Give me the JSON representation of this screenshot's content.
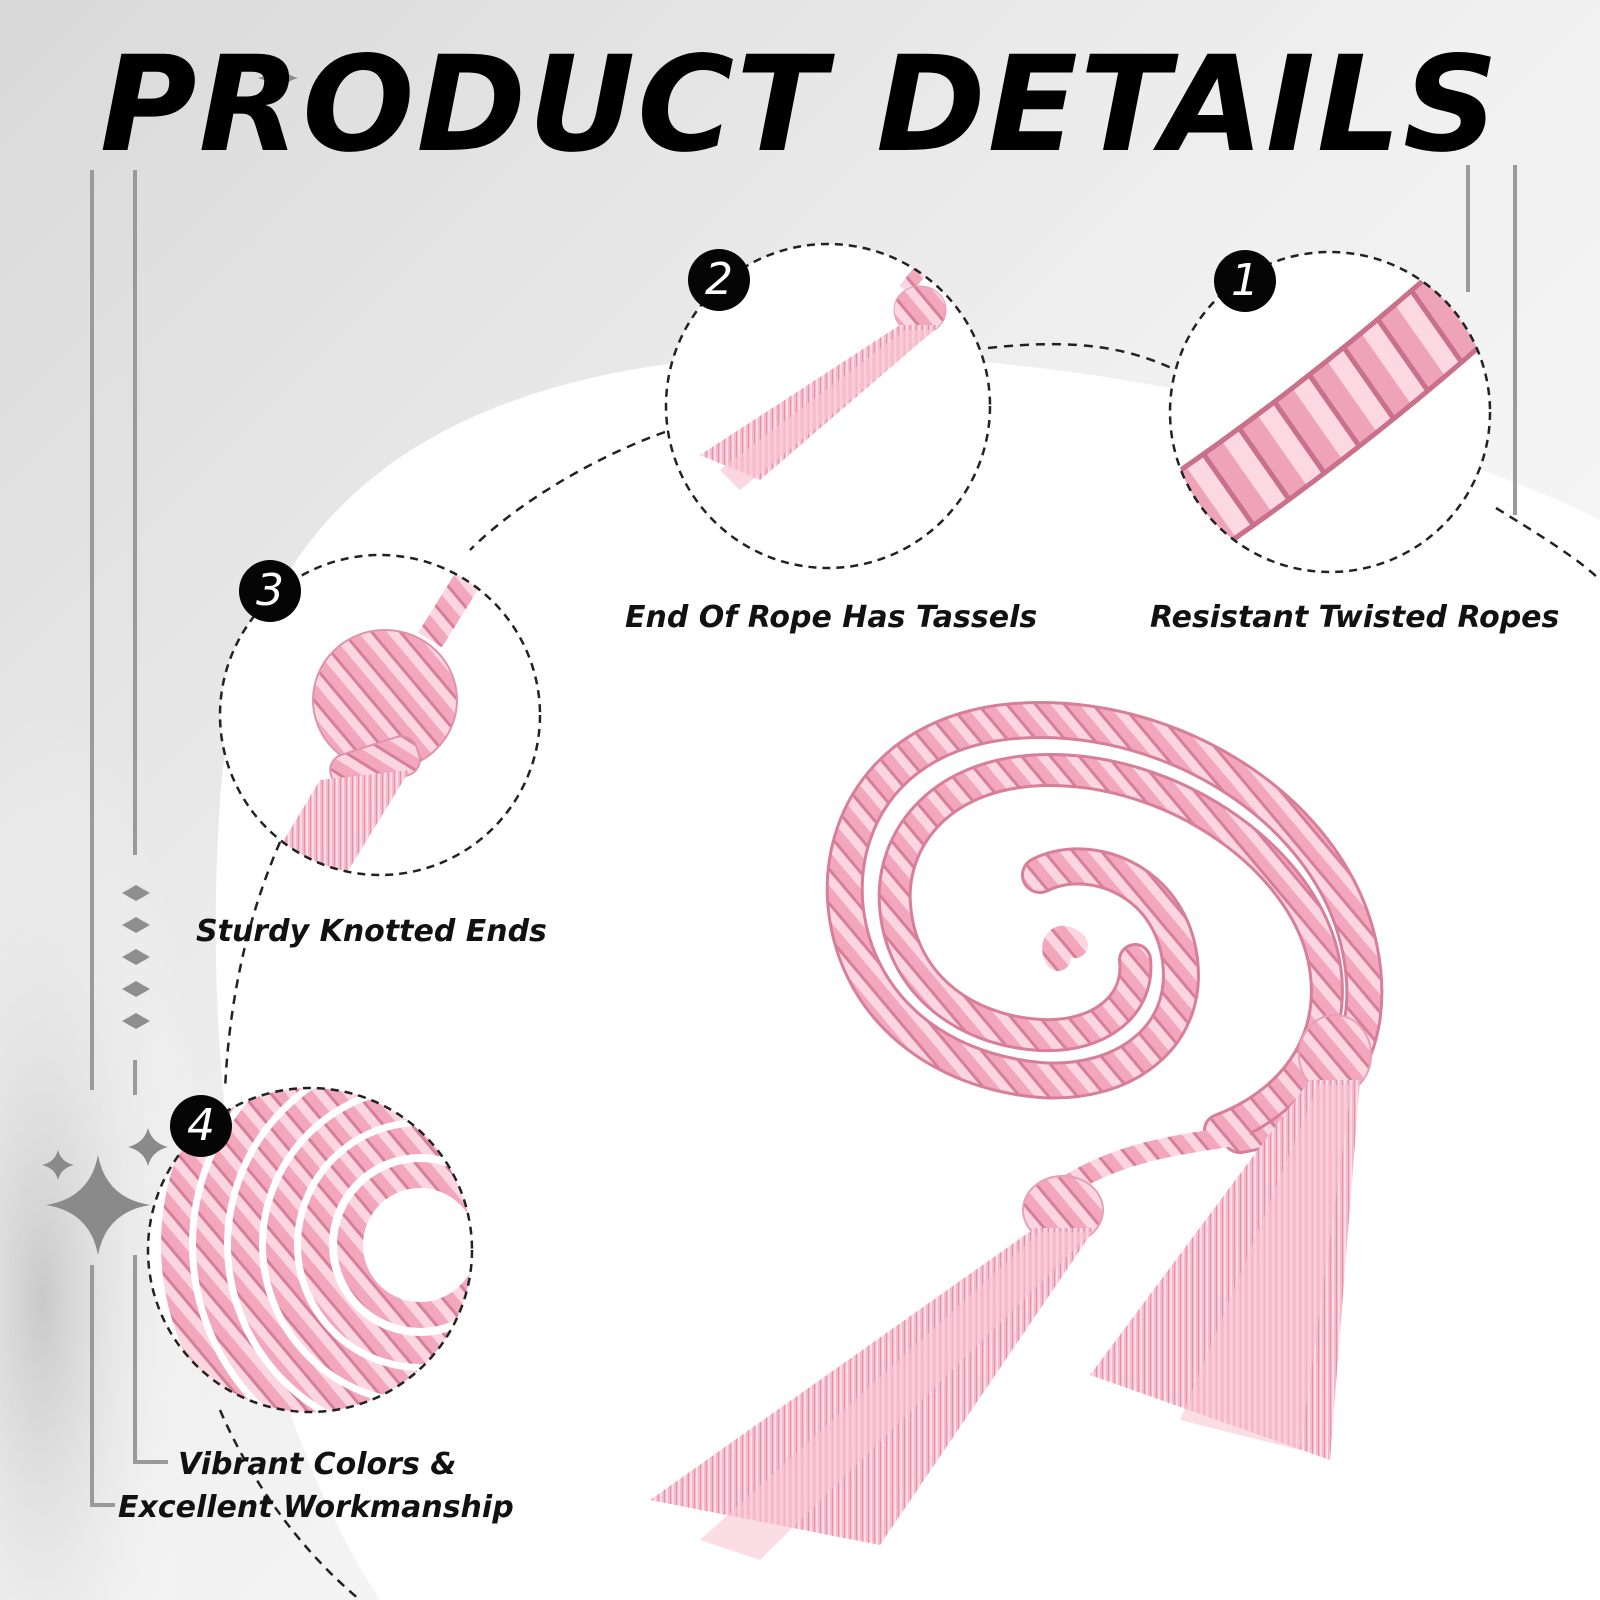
{
  "title": "PRODUCT DETAILS",
  "colors": {
    "rope": "#f2a7bc",
    "rope_light": "#fbd6e1",
    "rope_dark": "#d77f98",
    "badge": "#050505",
    "text": "#111111",
    "dash": "#222222"
  },
  "callouts": [
    {
      "number": "1",
      "label": "Resistant Twisted Ropes",
      "image": "twisted-rope-closeup"
    },
    {
      "number": "2",
      "label": "End Of Rope Has Tassels",
      "image": "tassel-closeup"
    },
    {
      "number": "3",
      "label": "Sturdy Knotted Ends",
      "image": "knotted-end-closeup"
    },
    {
      "number": "4",
      "label": "Vibrant Colors &",
      "label_line2": "Excellent Workmanship",
      "image": "coiled-rope-closeup"
    }
  ],
  "decorations": {
    "sparkle_icon": "four-point-star-icon",
    "diamond_icon": "diamond-marker-icon"
  }
}
